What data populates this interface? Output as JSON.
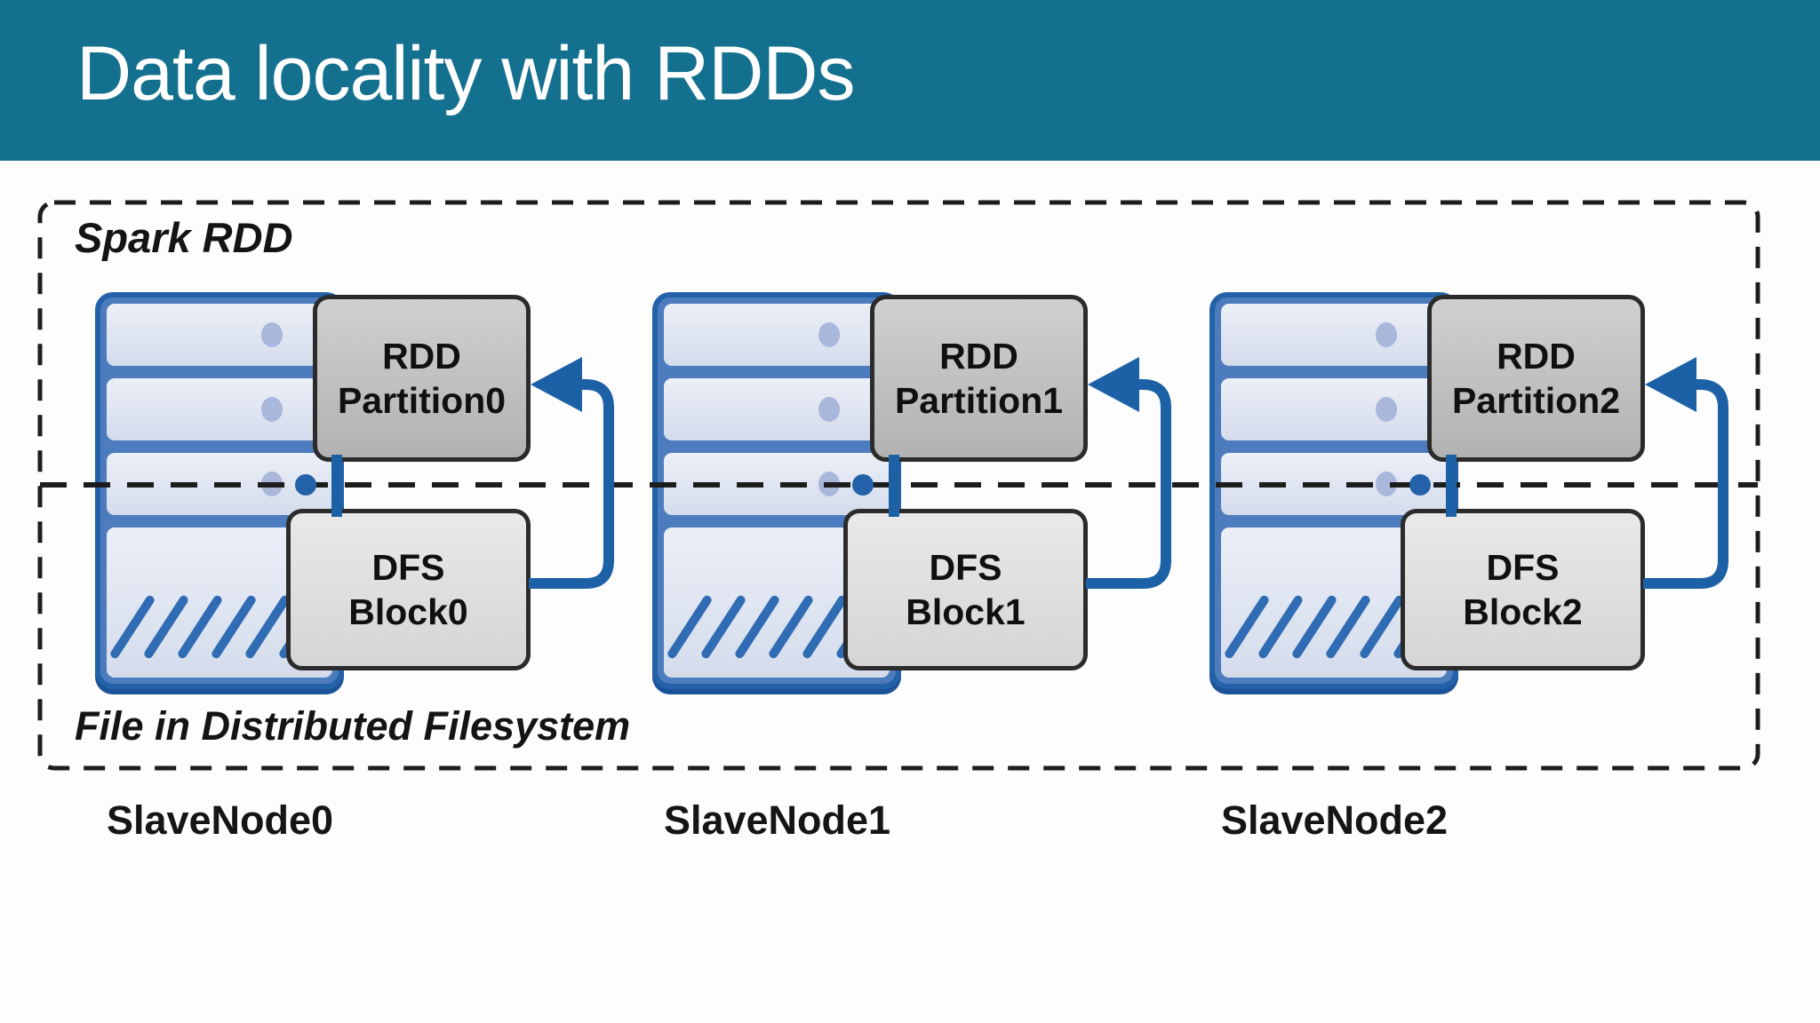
{
  "slide": {
    "title": "Data locality with RDDs"
  },
  "diagram": {
    "spark_region_label": "Spark RDD",
    "dfs_region_label": "File in Distributed Filesystem",
    "nodes": [
      {
        "label": "SlaveNode0",
        "rdd_line1": "RDD",
        "rdd_line2": "Partition0",
        "dfs_line1": "DFS",
        "dfs_line2": "Block0"
      },
      {
        "label": "SlaveNode1",
        "rdd_line1": "RDD",
        "rdd_line2": "Partition1",
        "dfs_line1": "DFS",
        "dfs_line2": "Block1"
      },
      {
        "label": "SlaveNode2",
        "rdd_line1": "RDD",
        "rdd_line2": "Partition2",
        "dfs_line1": "DFS",
        "dfs_line2": "Block2"
      }
    ],
    "colors": {
      "header_bg": "#14708f",
      "title_text": "#ffffff",
      "arrow_blue": "#1c61a6",
      "stack_frame_blue": "#2361a8",
      "stack_band_blue": "#4d7cbe",
      "slab_fill": "#dde4f0",
      "dash_color": "#1d1d1d",
      "rdd_box_fill": "#c2c2c2",
      "dfs_box_fill": "#dedede",
      "box_border": "#2b2b2b"
    }
  }
}
